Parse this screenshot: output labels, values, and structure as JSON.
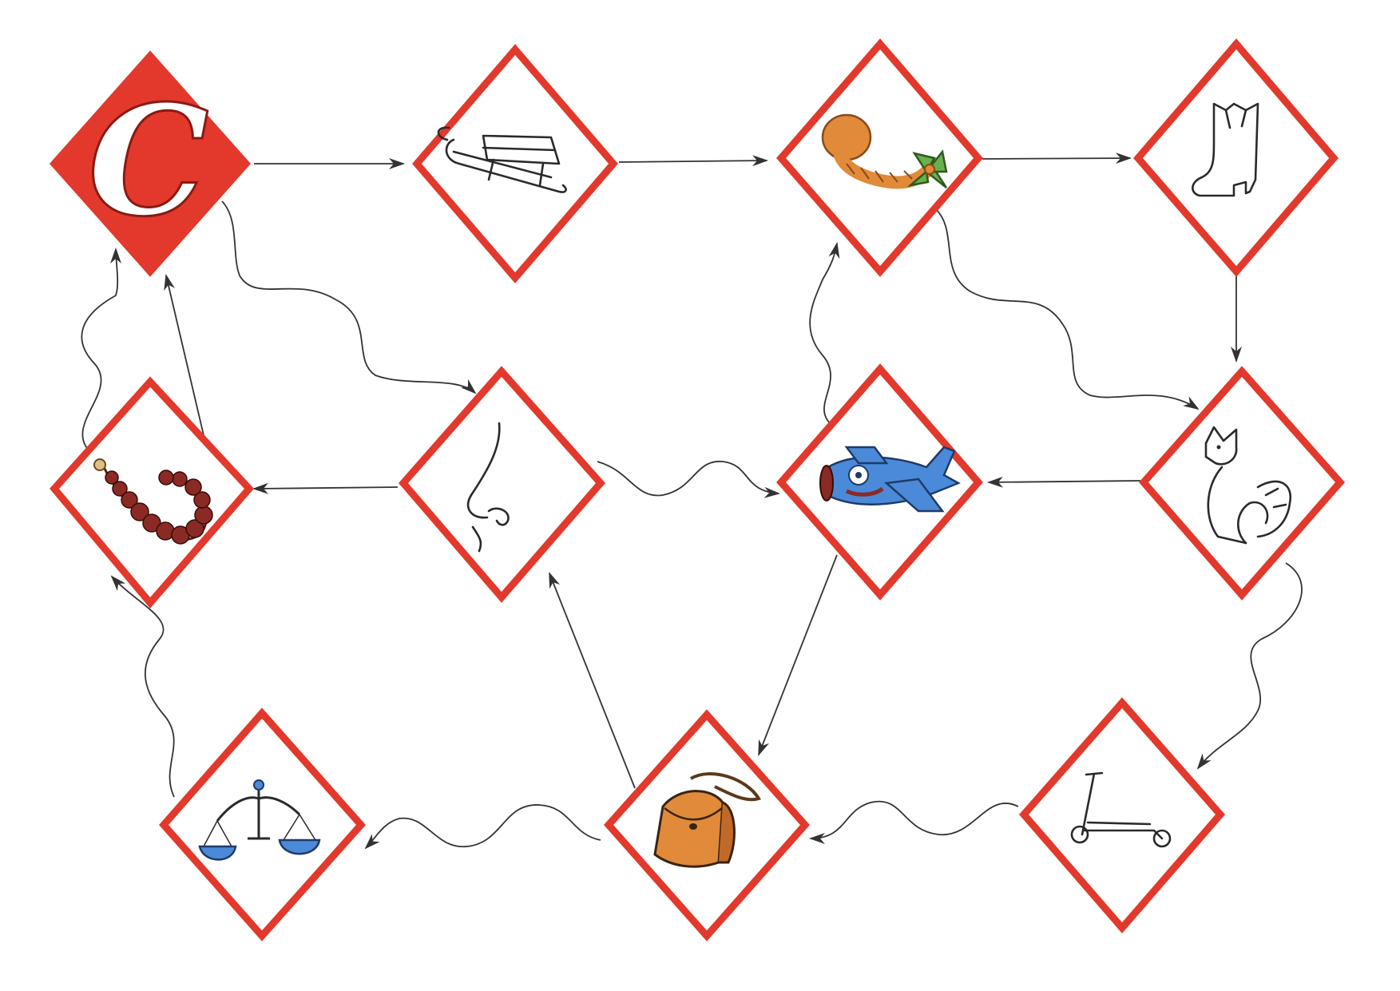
{
  "start_letter": "С",
  "colors": {
    "frame": "#e2392c",
    "arrow": "#333333",
    "blue": "#4a8ad8",
    "orange": "#e08a3a",
    "bead": "#8a2a24",
    "green": "#6ab04c"
  },
  "nodes": [
    {
      "id": "letter-s",
      "icon": "letter-s"
    },
    {
      "id": "sled",
      "icon": "sled-icon"
    },
    {
      "id": "braid",
      "icon": "braid-icon"
    },
    {
      "id": "boot",
      "icon": "boot-icon"
    },
    {
      "id": "beads",
      "icon": "beads-icon"
    },
    {
      "id": "nose",
      "icon": "nose-icon"
    },
    {
      "id": "airplane",
      "icon": "airplane-icon"
    },
    {
      "id": "fox",
      "icon": "fox-icon"
    },
    {
      "id": "scales",
      "icon": "scales-icon"
    },
    {
      "id": "bag",
      "icon": "bag-icon"
    },
    {
      "id": "scooter",
      "icon": "scooter-icon"
    }
  ],
  "edges": [
    {
      "from": "letter-s",
      "to": "sled",
      "style": "straight"
    },
    {
      "from": "sled",
      "to": "braid",
      "style": "straight"
    },
    {
      "from": "braid",
      "to": "boot",
      "style": "straight"
    },
    {
      "from": "boot",
      "to": "fox",
      "style": "straight"
    },
    {
      "from": "letter-s",
      "to": "nose",
      "style": "wavy"
    },
    {
      "from": "braid",
      "to": "fox",
      "style": "wavy"
    },
    {
      "from": "fox",
      "to": "airplane",
      "style": "straight"
    },
    {
      "from": "nose",
      "to": "beads",
      "style": "straight"
    },
    {
      "from": "beads",
      "to": "letter-s",
      "style": "straight"
    },
    {
      "from": "beads",
      "to": "letter-s",
      "style": "wavy"
    },
    {
      "from": "nose",
      "to": "airplane",
      "style": "wavy"
    },
    {
      "from": "airplane",
      "to": "braid",
      "style": "wavy"
    },
    {
      "from": "airplane",
      "to": "bag",
      "style": "straight"
    },
    {
      "from": "bag",
      "to": "nose",
      "style": "straight"
    },
    {
      "from": "fox",
      "to": "scooter",
      "style": "wavy"
    },
    {
      "from": "scooter",
      "to": "bag",
      "style": "wavy"
    },
    {
      "from": "bag",
      "to": "scales",
      "style": "wavy"
    },
    {
      "from": "scales",
      "to": "beads",
      "style": "wavy"
    }
  ]
}
